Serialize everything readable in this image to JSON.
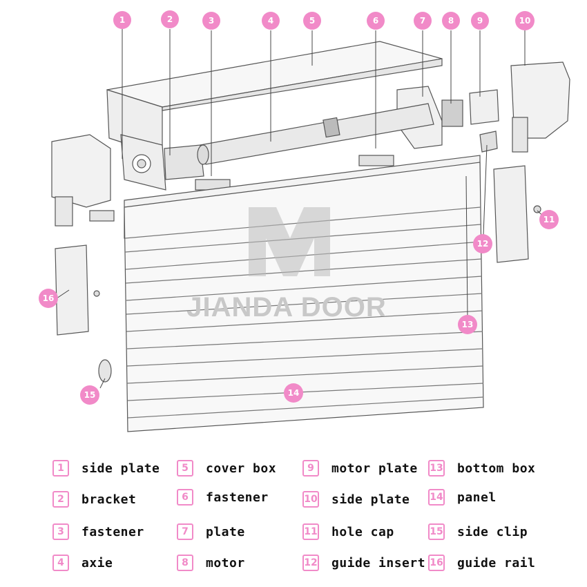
{
  "callouts": [
    "1",
    "2",
    "3",
    "4",
    "5",
    "6",
    "7",
    "8",
    "9",
    "10",
    "11",
    "12",
    "13",
    "14",
    "15",
    "16"
  ],
  "watermark": "JIANDA DOOR",
  "accent_color": "#f18ac8",
  "legend": [
    {
      "num": "1",
      "label": "side plate"
    },
    {
      "num": "2",
      "label": "bracket"
    },
    {
      "num": "3",
      "label": "fastener"
    },
    {
      "num": "4",
      "label": "axie"
    },
    {
      "num": "5",
      "label": "cover box"
    },
    {
      "num": "6",
      "label": "fastener"
    },
    {
      "num": "7",
      "label": "plate"
    },
    {
      "num": "8",
      "label": "motor"
    },
    {
      "num": "9",
      "label": "motor plate"
    },
    {
      "num": "10",
      "label": "side plate"
    },
    {
      "num": "11",
      "label": "hole cap"
    },
    {
      "num": "12",
      "label": "guide insert"
    },
    {
      "num": "13",
      "label": "bottom box"
    },
    {
      "num": "14",
      "label": "panel"
    },
    {
      "num": "15",
      "label": "side clip"
    },
    {
      "num": "16",
      "label": "guide rail"
    }
  ]
}
